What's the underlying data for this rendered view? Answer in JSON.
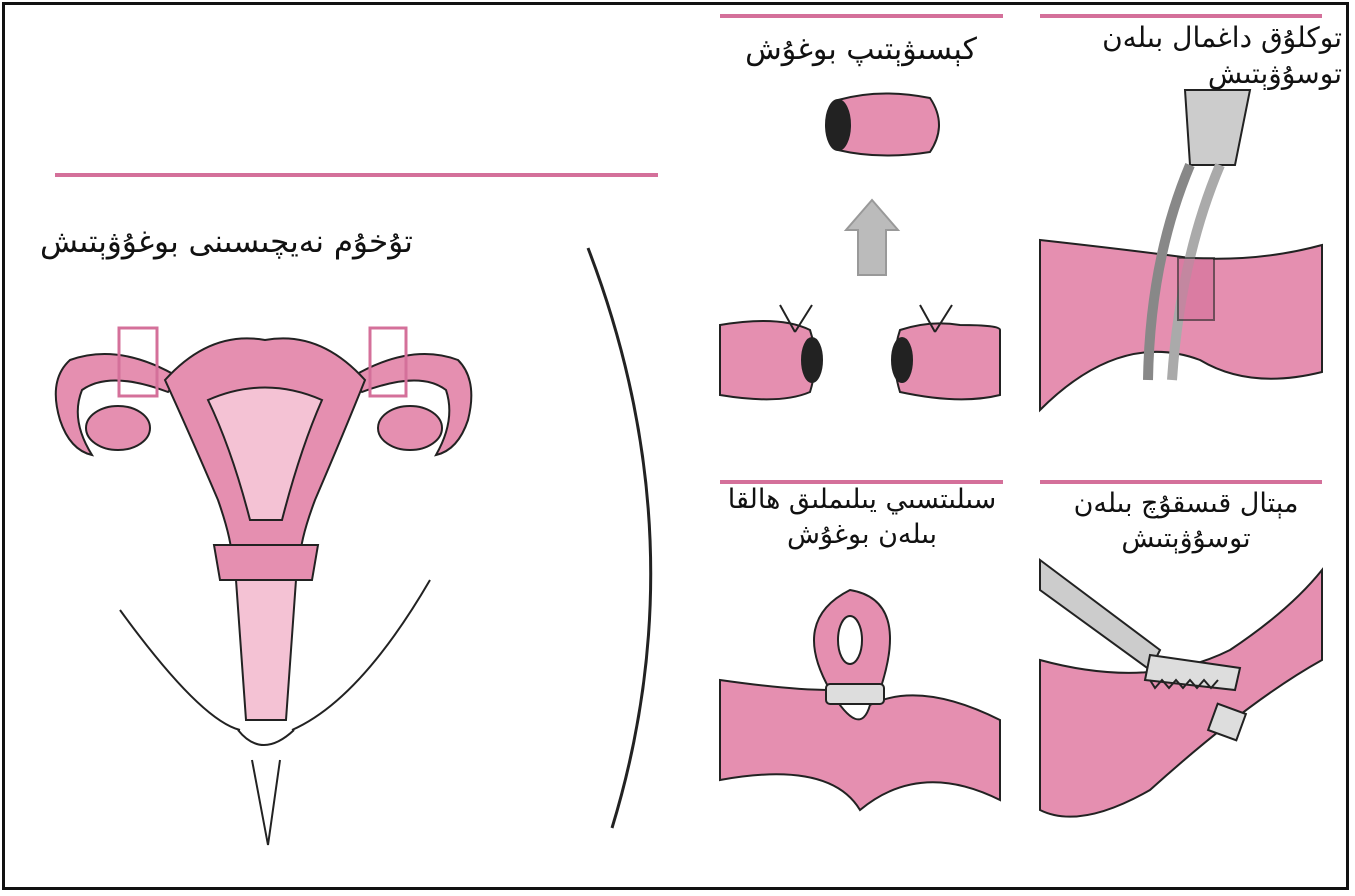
{
  "labels": {
    "main_title": "تۇخۇم نەيچىسىنى بوغۇۋېتىش",
    "excision": "كېسىۋېتىپ بوغۇش",
    "band": "توكلۇق داغمال بىلەن\nتوسۇۋېتىش",
    "ring": "سىلىتسىي يىلىملىق ھالقا\nبىلەن بوغۇش",
    "clip": "مېتال قىسقۇچ بىلەن\nتوسۇۋېتىش"
  },
  "colors": {
    "accent": "#d4709a",
    "tissue": "#e58fb0",
    "tissue_light": "#f4c2d4",
    "outline": "#222222",
    "frame": "#111111"
  }
}
